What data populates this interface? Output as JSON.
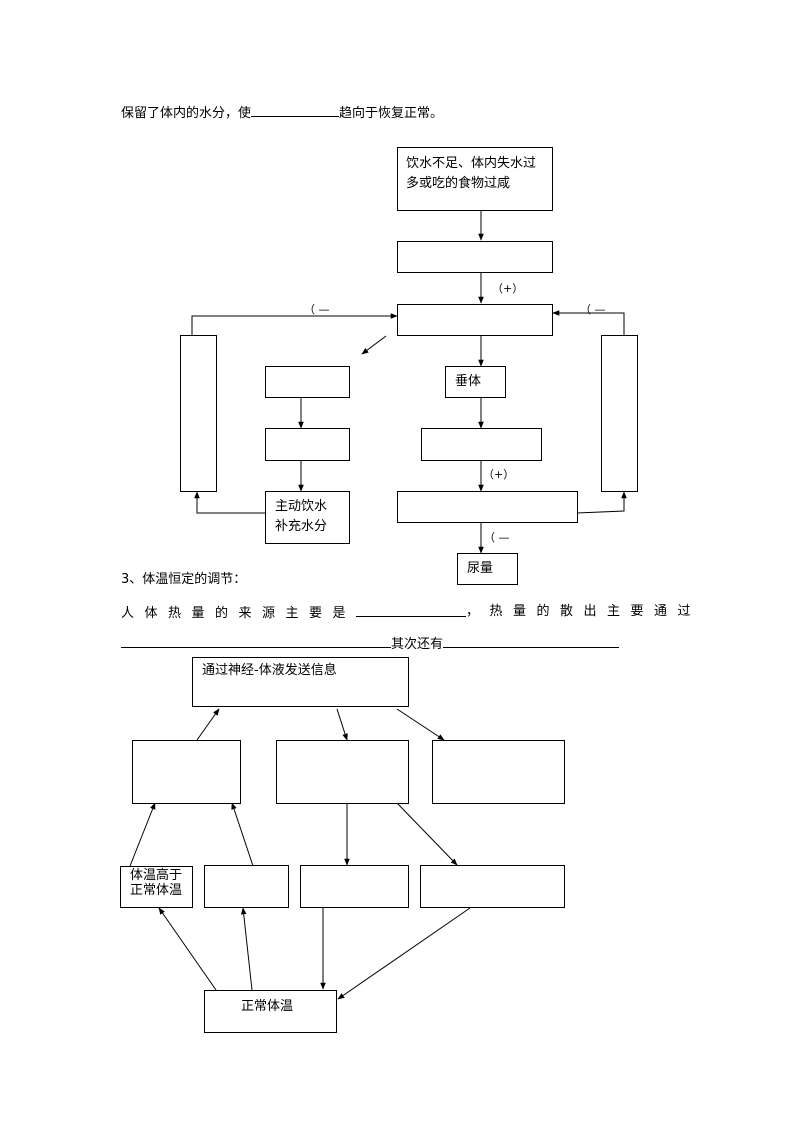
{
  "line1": {
    "before": "保留了体内的水分，使",
    "after": "趋向于恢复正常。"
  },
  "diagram1": {
    "top_box": "饮水不足、体内失水过\n多或吃的食物过咸",
    "plus_1": "（+）",
    "minus_left": "（ —",
    "minus_right": "（ —",
    "pituitary": "垂体",
    "plus_2": "（+）",
    "drink_box": "主动饮水\n补充水分",
    "minus_bottom": "（ —",
    "urine": "尿量"
  },
  "section3": {
    "heading": "3、体温恒定的调节：",
    "line_a_left": "人体热量的来源主要是",
    "line_a_right": "，热量的散出主要通过",
    "line_b_mid": "其次还有"
  },
  "diagram2": {
    "top_box": "通过神经-体液发送信息",
    "higher": "体温高于\n正常体温",
    "normal": "正常体温"
  }
}
